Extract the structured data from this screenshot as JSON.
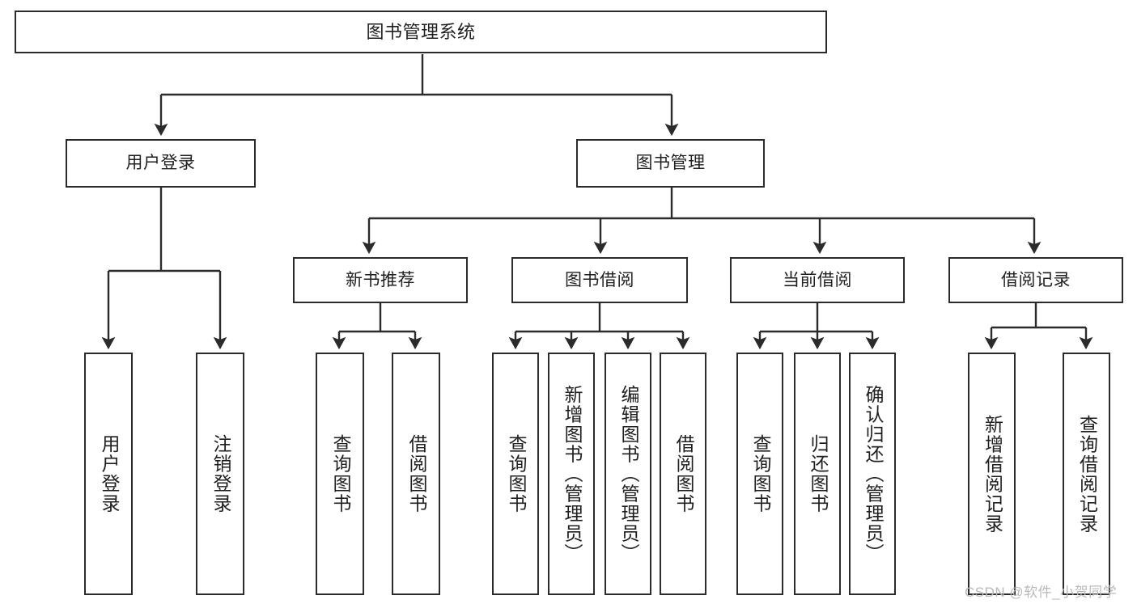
{
  "diagram": {
    "title": "图书管理系统",
    "type": "hierarchy-tree",
    "levels": 4,
    "orientation": "top-down",
    "root": {
      "label": "图书管理系统"
    },
    "level2": [
      {
        "label": "用户登录"
      },
      {
        "label": "图书管理"
      }
    ],
    "level3": [
      {
        "label": "新书推荐"
      },
      {
        "label": "图书借阅"
      },
      {
        "label": "当前借阅"
      },
      {
        "label": "借阅记录"
      }
    ],
    "leaves": {
      "user_login": [
        {
          "label": "用户登录"
        },
        {
          "label": "注销登录"
        }
      ],
      "new_book_recommend": [
        {
          "label": "查询图书"
        },
        {
          "label": "借阅图书"
        }
      ],
      "book_borrow": [
        {
          "label": "查询图书"
        },
        {
          "label": "新增图书（管理员）"
        },
        {
          "label": "编辑图书（管理员）"
        },
        {
          "label": "借阅图书"
        }
      ],
      "current_borrow": [
        {
          "label": "查询图书"
        },
        {
          "label": "归还图书"
        },
        {
          "label": "确认归还（管理员）"
        }
      ],
      "borrow_record": [
        {
          "label": "新增借阅记录"
        },
        {
          "label": "查询借阅记录"
        }
      ]
    }
  },
  "watermark": {
    "text": "CSDN @软件_小贺同学"
  },
  "colors": {
    "stroke": "#2b2b2b",
    "box_fill": "#ffffff",
    "text": "#1f1f1f",
    "background": "#ffffff",
    "watermark": "#b9b9b9"
  }
}
